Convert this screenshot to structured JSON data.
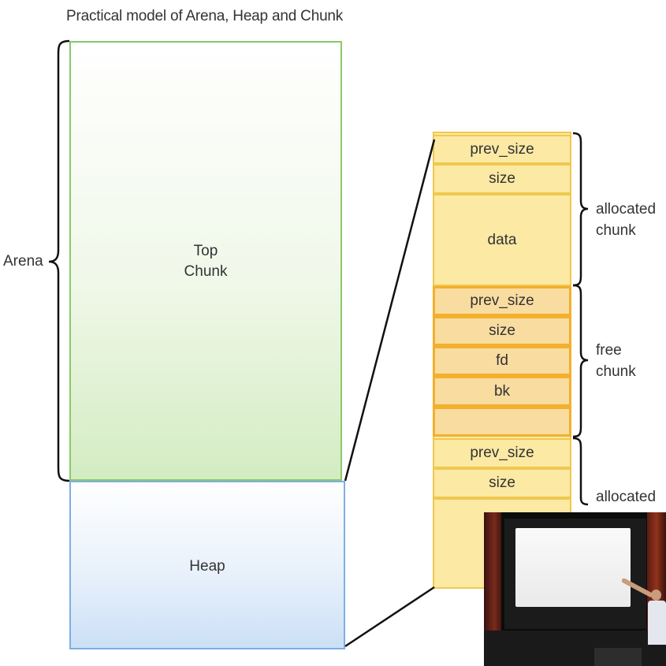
{
  "title": "Practical model of Arena, Heap and Chunk",
  "left": {
    "arena_label": "Arena",
    "top_chunk_label_line1": "Top",
    "top_chunk_label_line2": "Chunk",
    "heap_label": "Heap"
  },
  "chunk_stack": {
    "allocated_1": {
      "cells": [
        "prev_size",
        "size",
        "data"
      ],
      "label_line1": "allocated",
      "label_line2": "chunk"
    },
    "free": {
      "cells": [
        "prev_size",
        "size",
        "fd",
        "bk",
        ""
      ],
      "label_line1": "free",
      "label_line2": "chunk"
    },
    "allocated_2": {
      "cells": [
        "prev_size",
        "size",
        ""
      ],
      "label_line1": "allocated"
    }
  },
  "colors": {
    "top_chunk_border": "#8cc86a",
    "heap_border": "#7eaee5",
    "allocated_fill": "#fbe9a4",
    "free_fill": "#f9dca0",
    "free_border": "#f2b02c"
  }
}
